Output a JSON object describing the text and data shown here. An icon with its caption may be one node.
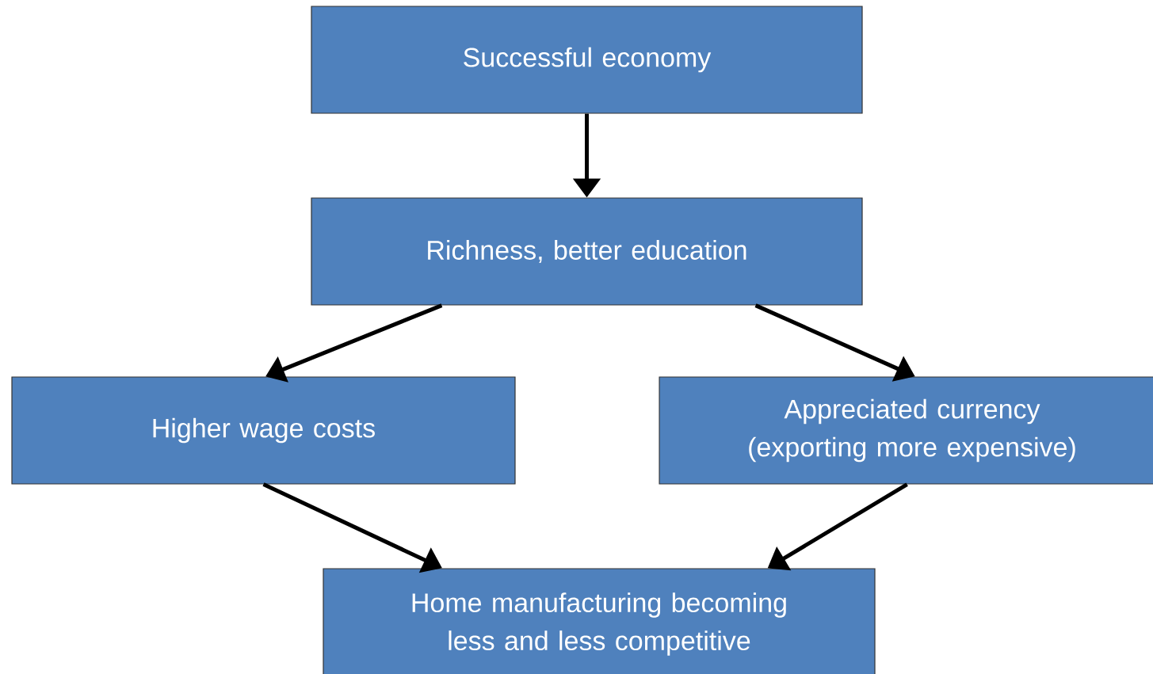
{
  "diagram": {
    "nodes": [
      {
        "text": [
          "Successful economy"
        ]
      },
      {
        "text": [
          "Richness, better education"
        ]
      },
      {
        "text": [
          "Higher wage costs"
        ]
      },
      {
        "text": [
          "Appreciated currency (exporting more expensive)"
        ]
      },
      {
        "text": [
          "Home manufacturing becoming less and less competitive"
        ]
      }
    ],
    "edges": [
      {
        "from": 0,
        "to": 1,
        "arrow": "to"
      },
      {
        "from": 1,
        "to": 2,
        "arrow": "to"
      },
      {
        "from": 1,
        "to": 3,
        "arrow": "to"
      },
      {
        "from": 2,
        "to": 4,
        "arrow": "to"
      },
      {
        "from": 3,
        "to": 4,
        "arrow": "to"
      }
    ]
  }
}
